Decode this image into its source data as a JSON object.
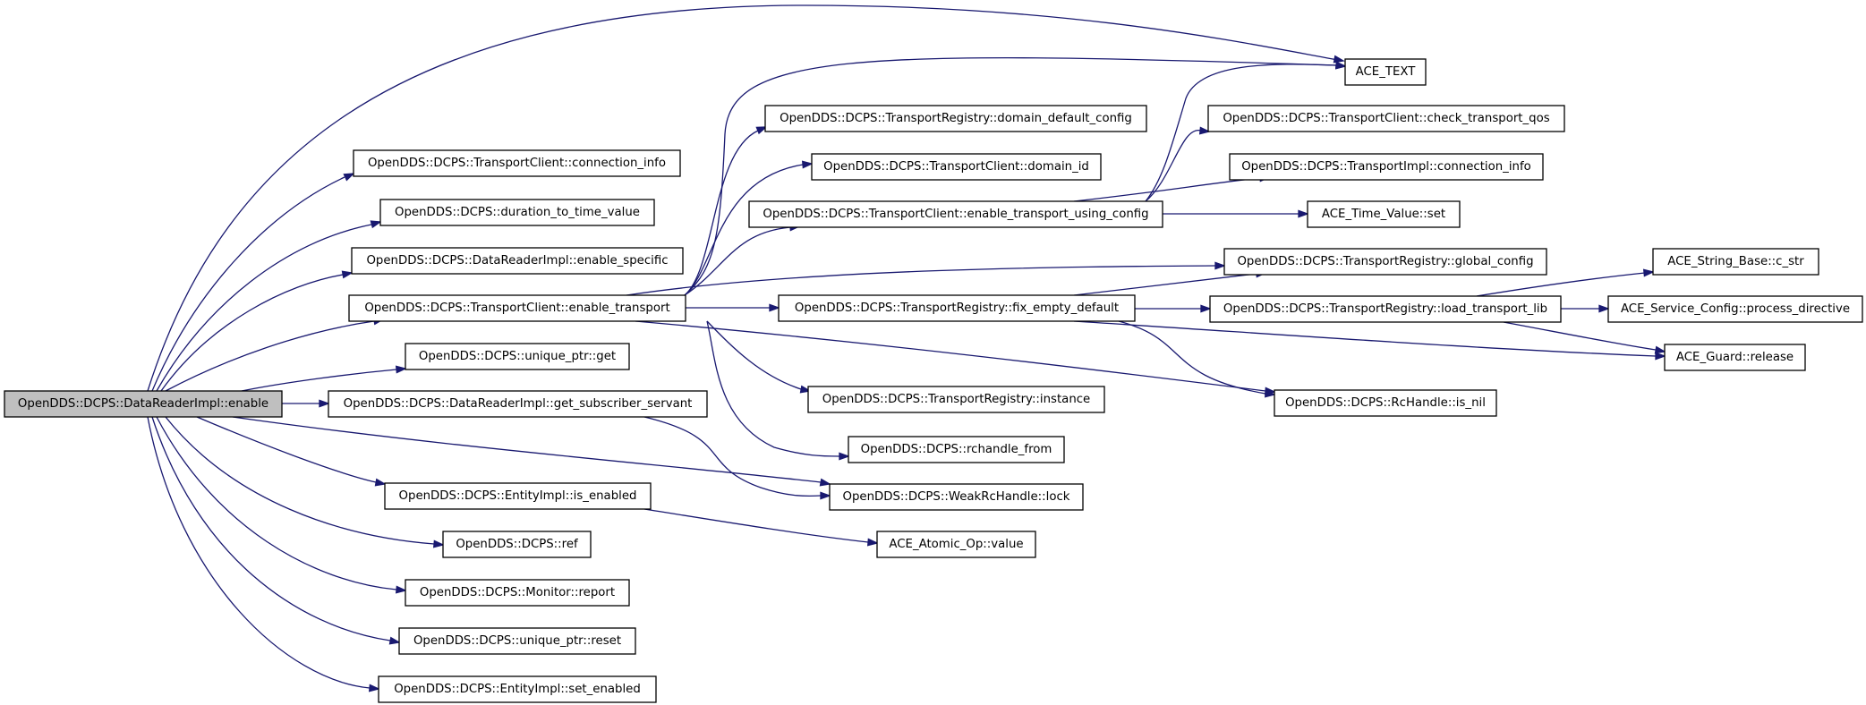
{
  "graph": {
    "root": "enable_dri",
    "nodes": {
      "enable_dri": "OpenDDS::DCPS::DataReaderImpl::enable",
      "ace_text": "ACE_TEXT",
      "tc_connection_info": "OpenDDS::DCPS::TransportClient::connection_info",
      "duration_to_time_value": "OpenDDS::DCPS::duration_to_time_value",
      "dri_enable_specific": "OpenDDS::DCPS::DataReaderImpl::enable_specific",
      "tc_enable_transport": "OpenDDS::DCPS::TransportClient::enable_transport",
      "unique_ptr_get": "OpenDDS::DCPS::unique_ptr::get",
      "dri_get_subscriber_servant": "OpenDDS::DCPS::DataReaderImpl::get_subscriber_servant",
      "ei_is_enabled": "OpenDDS::DCPS::EntityImpl::is_enabled",
      "ref": "OpenDDS::DCPS::ref",
      "monitor_report": "OpenDDS::DCPS::Monitor::report",
      "unique_ptr_reset": "OpenDDS::DCPS::unique_ptr::reset",
      "ei_set_enabled": "OpenDDS::DCPS::EntityImpl::set_enabled",
      "tr_domain_default_config": "OpenDDS::DCPS::TransportRegistry::domain_default_config",
      "tc_domain_id": "OpenDDS::DCPS::TransportClient::domain_id",
      "tc_enable_transport_using_config": "OpenDDS::DCPS::TransportClient::enable_transport_using_config",
      "tr_fix_empty_default": "OpenDDS::DCPS::TransportRegistry::fix_empty_default",
      "tr_instance": "OpenDDS::DCPS::TransportRegistry::instance",
      "rchandle_from": "OpenDDS::DCPS::rchandle_from",
      "weakrchandle_lock": "OpenDDS::DCPS::WeakRcHandle::lock",
      "ace_atomic_op_value": "ACE_Atomic_Op::value",
      "tc_check_transport_qos": "OpenDDS::DCPS::TransportClient::check_transport_qos",
      "ti_connection_info": "OpenDDS::DCPS::TransportImpl::connection_info",
      "ace_time_value_set": "ACE_Time_Value::set",
      "tr_global_config": "OpenDDS::DCPS::TransportRegistry::global_config",
      "tr_load_transport_lib": "OpenDDS::DCPS::TransportRegistry::load_transport_lib",
      "rchandle_is_nil": "OpenDDS::DCPS::RcHandle::is_nil",
      "ace_string_base_c_str": "ACE_String_Base::c_str",
      "ace_service_config_process_directive": "ACE_Service_Config::process_directive",
      "ace_guard_release": "ACE_Guard::release"
    },
    "edges": [
      [
        "enable_dri",
        "ace_text"
      ],
      [
        "enable_dri",
        "tc_connection_info"
      ],
      [
        "enable_dri",
        "duration_to_time_value"
      ],
      [
        "enable_dri",
        "dri_enable_specific"
      ],
      [
        "enable_dri",
        "tc_enable_transport"
      ],
      [
        "enable_dri",
        "unique_ptr_get"
      ],
      [
        "enable_dri",
        "dri_get_subscriber_servant"
      ],
      [
        "enable_dri",
        "ei_is_enabled"
      ],
      [
        "enable_dri",
        "weakrchandle_lock"
      ],
      [
        "enable_dri",
        "ref"
      ],
      [
        "enable_dri",
        "monitor_report"
      ],
      [
        "enable_dri",
        "unique_ptr_reset"
      ],
      [
        "enable_dri",
        "ei_set_enabled"
      ],
      [
        "tc_enable_transport",
        "ace_text"
      ],
      [
        "tc_enable_transport",
        "tr_domain_default_config"
      ],
      [
        "tc_enable_transport",
        "tc_domain_id"
      ],
      [
        "tc_enable_transport",
        "tc_enable_transport_using_config"
      ],
      [
        "tc_enable_transport",
        "tr_global_config"
      ],
      [
        "tc_enable_transport",
        "tr_fix_empty_default"
      ],
      [
        "tc_enable_transport",
        "rchandle_is_nil"
      ],
      [
        "tc_enable_transport",
        "tr_instance"
      ],
      [
        "tc_enable_transport",
        "rchandle_from"
      ],
      [
        "tc_enable_transport_using_config",
        "ace_text"
      ],
      [
        "tc_enable_transport_using_config",
        "tc_check_transport_qos"
      ],
      [
        "tc_enable_transport_using_config",
        "ti_connection_info"
      ],
      [
        "tc_enable_transport_using_config",
        "ace_time_value_set"
      ],
      [
        "tr_fix_empty_default",
        "tr_global_config"
      ],
      [
        "tr_fix_empty_default",
        "tr_load_transport_lib"
      ],
      [
        "tr_fix_empty_default",
        "ace_guard_release"
      ],
      [
        "tr_fix_empty_default",
        "rchandle_is_nil"
      ],
      [
        "tr_load_transport_lib",
        "ace_string_base_c_str"
      ],
      [
        "tr_load_transport_lib",
        "ace_service_config_process_directive"
      ],
      [
        "tr_load_transport_lib",
        "ace_guard_release"
      ],
      [
        "dri_get_subscriber_servant",
        "weakrchandle_lock"
      ],
      [
        "ei_is_enabled",
        "ace_atomic_op_value"
      ]
    ]
  }
}
